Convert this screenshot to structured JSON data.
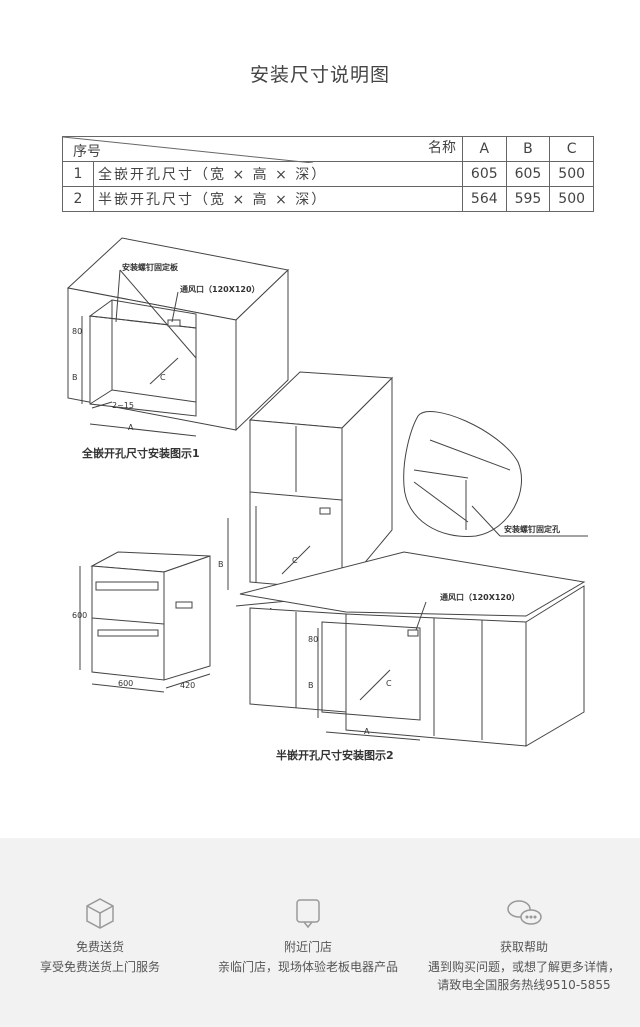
{
  "title": "安装尺寸说明图",
  "table": {
    "hdr_index": "序号",
    "hdr_name": "名称",
    "cols": [
      "A",
      "B",
      "C"
    ],
    "rows": [
      {
        "idx": "1",
        "name": "全嵌开孔尺寸（宽 × 高 × 深）",
        "a": "605",
        "b": "605",
        "c": "500"
      },
      {
        "idx": "2",
        "name": "半嵌开孔尺寸（宽 × 高 × 深）",
        "a": "564",
        "b": "595",
        "c": "500"
      }
    ]
  },
  "drawing": {
    "label_screw_plate": "安装螺钉固定板",
    "label_vent": "通风口（120X120）",
    "label_vent2": "通风口（120X120）",
    "label_screw_hole": "安装螺钉固定孔",
    "caption_full": "全嵌开孔尺寸安装图示1",
    "caption_half": "半嵌开孔尺寸安装图示2",
    "dim_80": "80",
    "dim_b": "B",
    "dim_c": "C",
    "dim_a": "A",
    "dim_gap": "2~15",
    "dim_600_h": "600",
    "dim_600_w": "600",
    "dim_420": "420",
    "dim_b2": "B",
    "dim_c2": "C",
    "dim_a2": "A",
    "dim_b3": "B",
    "dim_80b": "80",
    "dim_c3": "C",
    "dim_a3": "A"
  },
  "footer": {
    "items": [
      {
        "title": "免费送货",
        "desc": "享受免费送货上门服务",
        "desc2": ""
      },
      {
        "title": "附近门店",
        "desc": "亲临门店，现场体验老板电器产品",
        "desc2": ""
      },
      {
        "title": "获取帮助",
        "desc": "遇到购买问题，或想了解更多详情，",
        "desc2": "请致电全国服务热线9510-5855"
      }
    ]
  }
}
